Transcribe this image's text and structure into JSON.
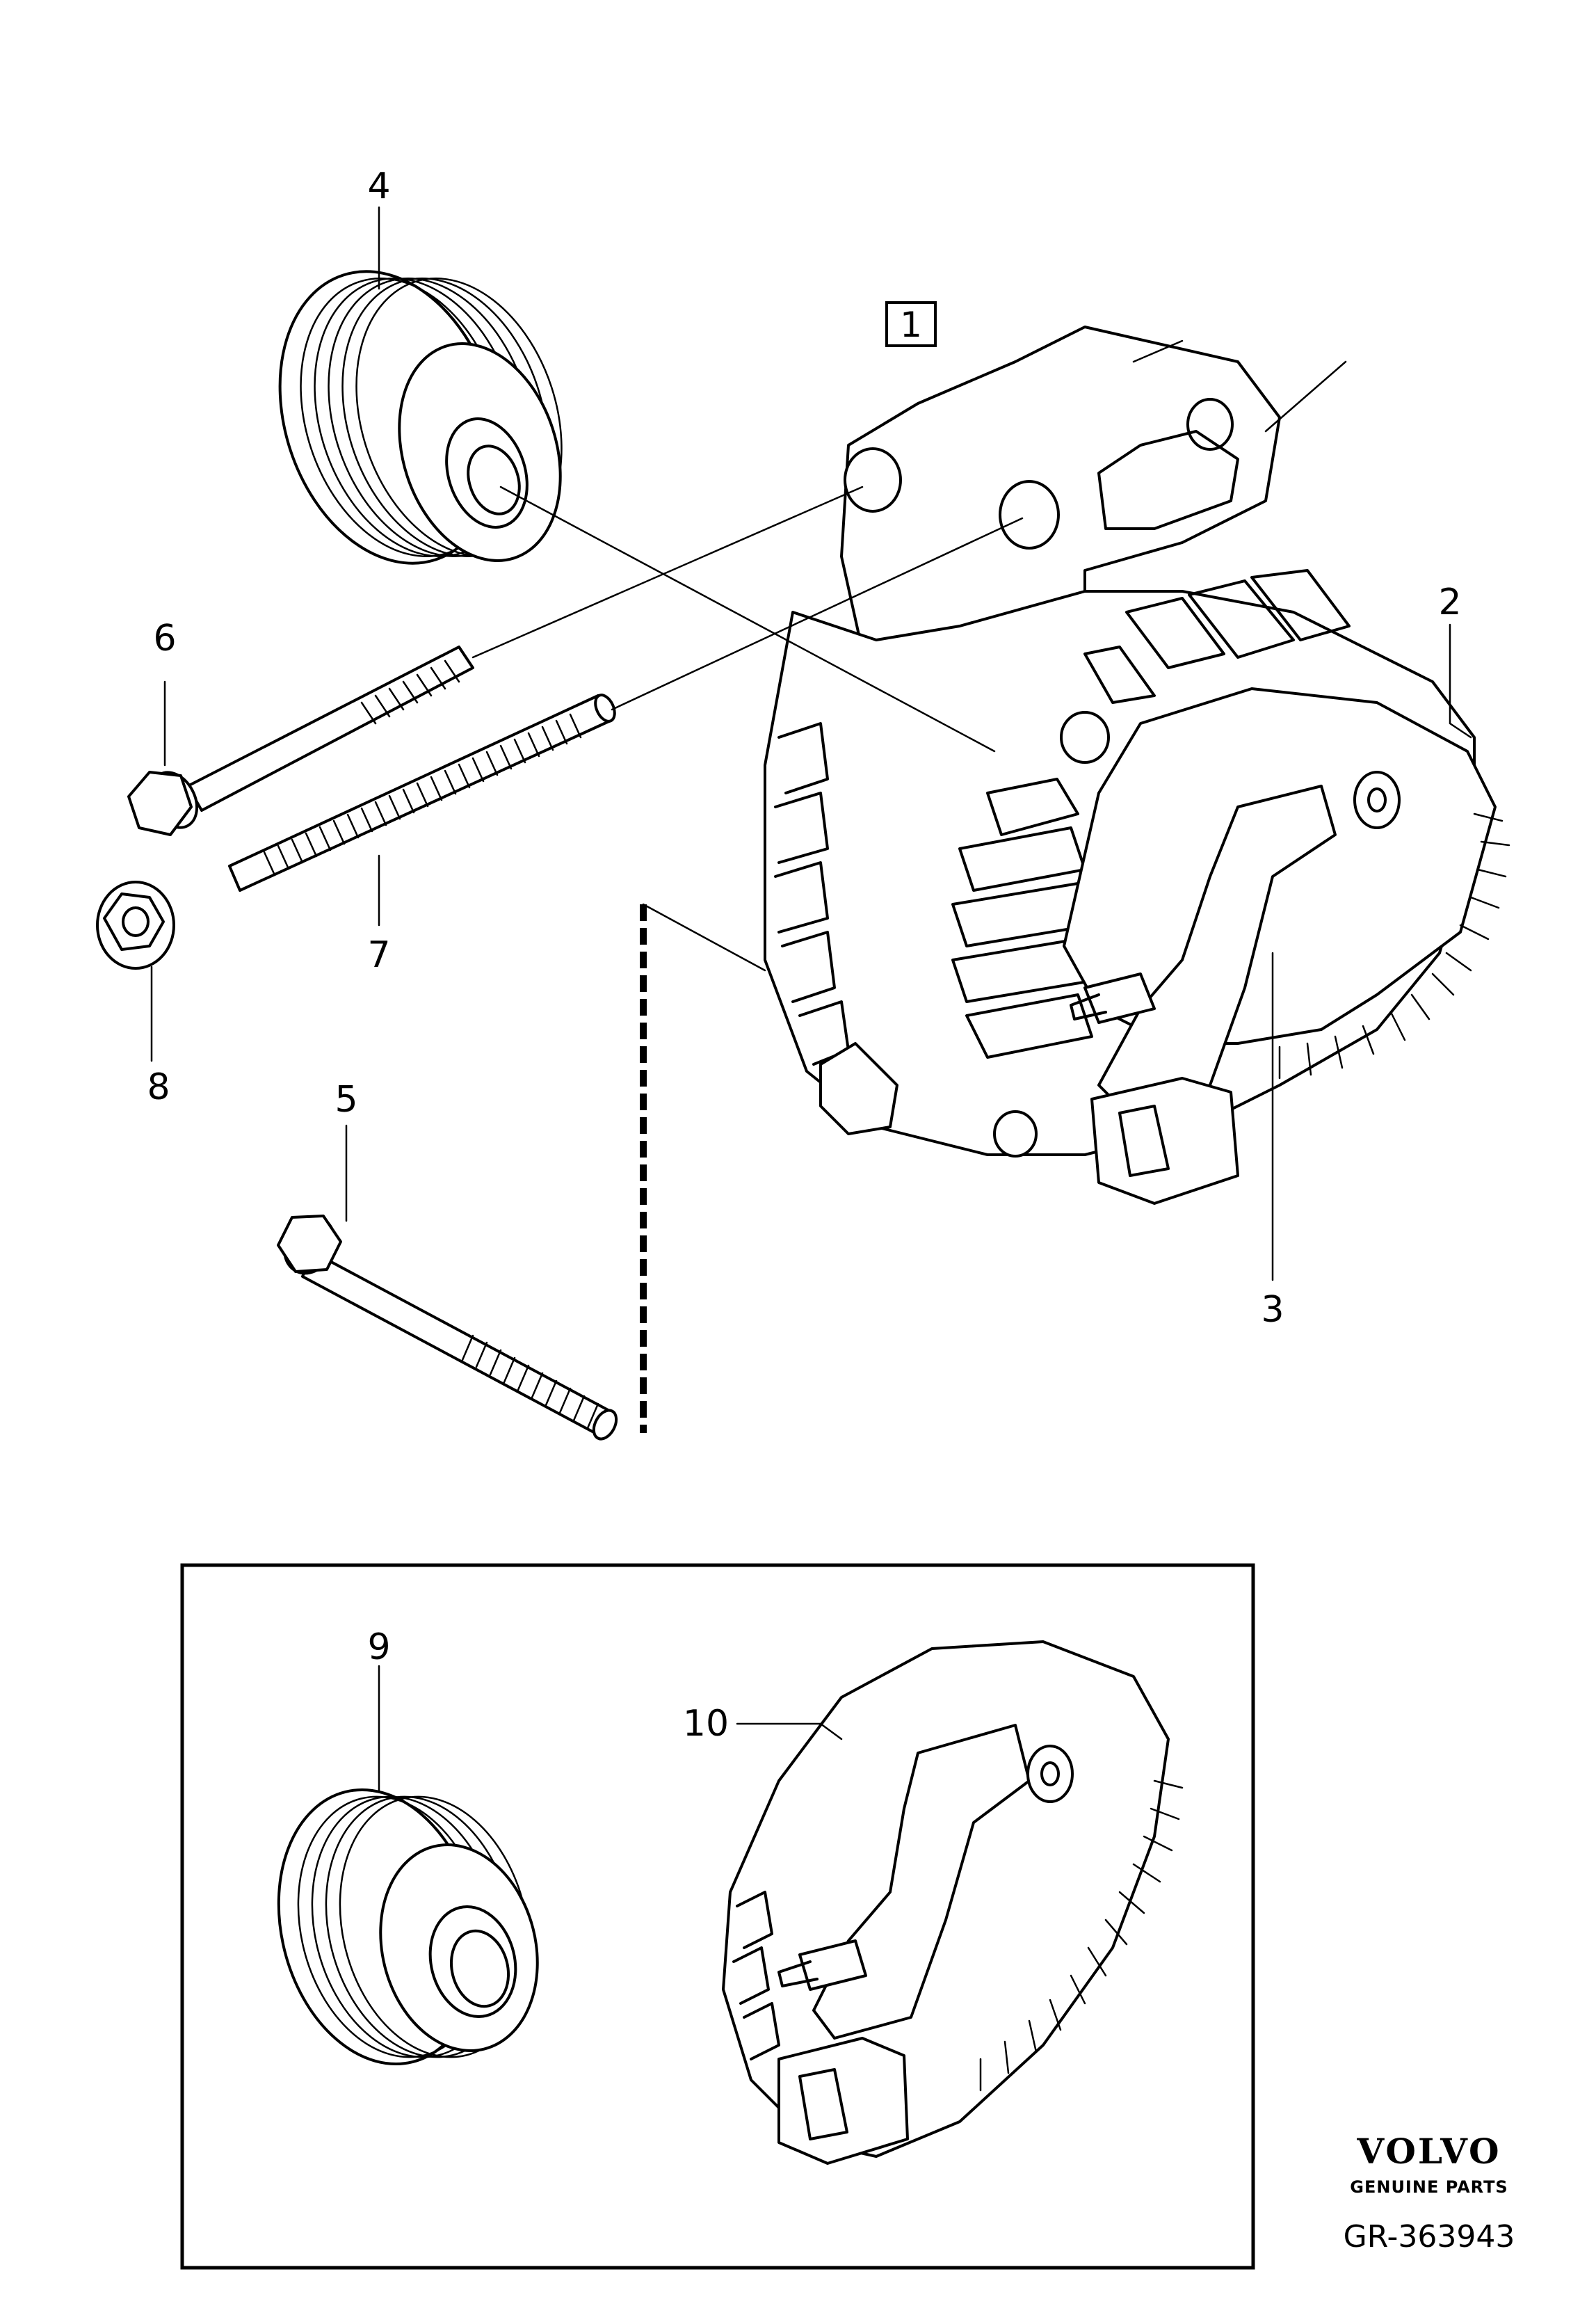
{
  "assembly_marker": "1",
  "callouts": {
    "c2": "2",
    "c3": "3",
    "c4": "4",
    "c5": "5",
    "c6": "6",
    "c7": "7",
    "c8": "8",
    "c9": "9",
    "c10": "10"
  },
  "brand": {
    "name": "VOLVO",
    "tagline": "GENUINE PARTS"
  },
  "reference_number": "GR-363943"
}
